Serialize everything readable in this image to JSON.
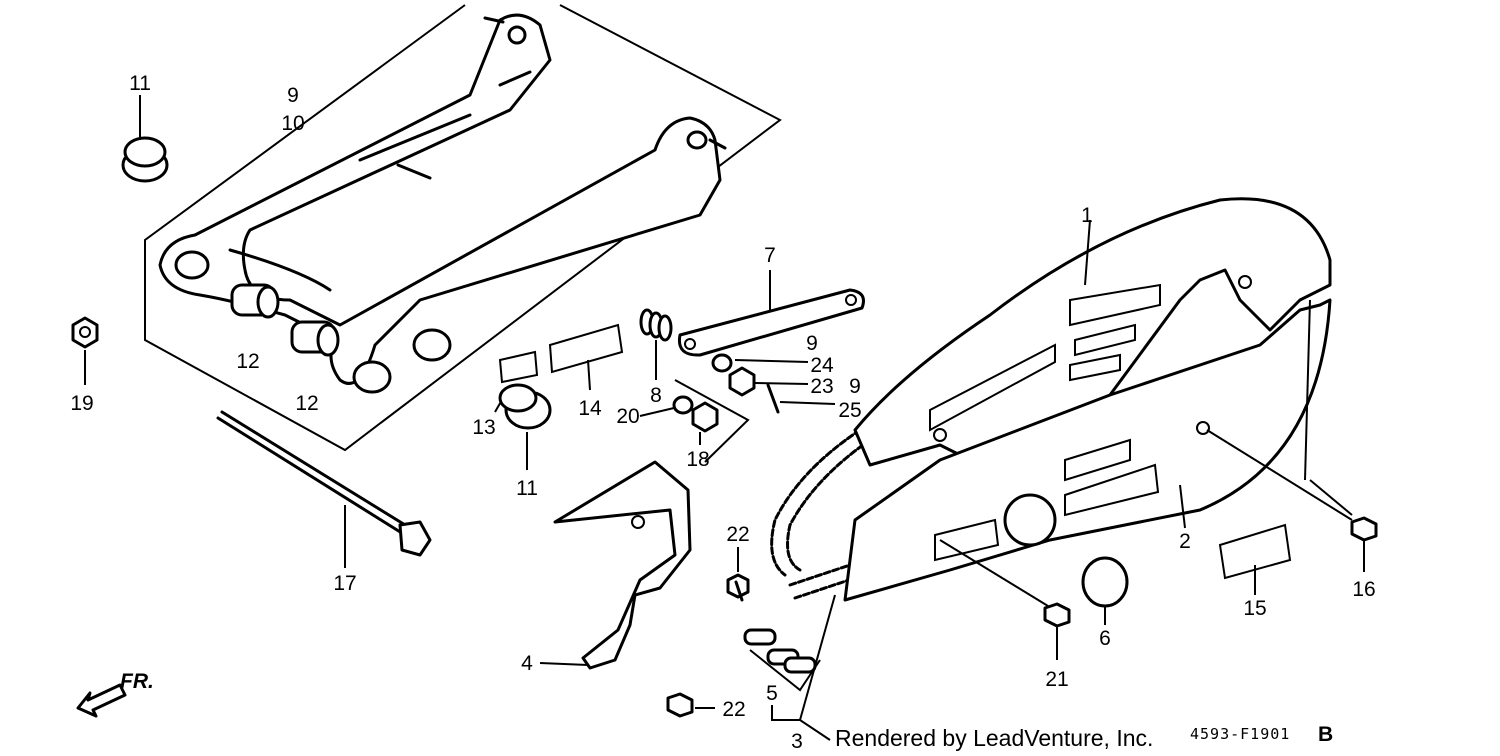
{
  "callouts": [
    {
      "id": "c1",
      "text": "1"
    },
    {
      "id": "c2",
      "text": "2"
    },
    {
      "id": "c3",
      "text": "3"
    },
    {
      "id": "c4",
      "text": "4"
    },
    {
      "id": "c5",
      "text": "5"
    },
    {
      "id": "c6",
      "text": "6"
    },
    {
      "id": "c7",
      "text": "7"
    },
    {
      "id": "c8",
      "text": "8"
    },
    {
      "id": "c9a",
      "text": "9"
    },
    {
      "id": "c10",
      "text": "10"
    },
    {
      "id": "c11a",
      "text": "11"
    },
    {
      "id": "c11b",
      "text": "11"
    },
    {
      "id": "c12a",
      "text": "12"
    },
    {
      "id": "c12b",
      "text": "12"
    },
    {
      "id": "c13",
      "text": "13"
    },
    {
      "id": "c14",
      "text": "14"
    },
    {
      "id": "c15",
      "text": "15"
    },
    {
      "id": "c16",
      "text": "16"
    },
    {
      "id": "c17",
      "text": "17"
    },
    {
      "id": "c18",
      "text": "18"
    },
    {
      "id": "c19",
      "text": "19"
    },
    {
      "id": "c20",
      "text": "20"
    },
    {
      "id": "c21",
      "text": "21"
    },
    {
      "id": "c22a",
      "text": "22"
    },
    {
      "id": "c22b",
      "text": "22"
    },
    {
      "id": "c23",
      "text": "23"
    },
    {
      "id": "c24",
      "text": "24"
    },
    {
      "id": "c25",
      "text": "25"
    },
    {
      "id": "c9b",
      "text": "9"
    },
    {
      "id": "c9c",
      "text": "9"
    },
    {
      "id": "c9d",
      "text": "9"
    }
  ],
  "front_marker": "FR.",
  "credit": "Rendered by LeadVenture, Inc.",
  "diagram_code": "4593-F1901",
  "diagram_code_suffix": "B"
}
